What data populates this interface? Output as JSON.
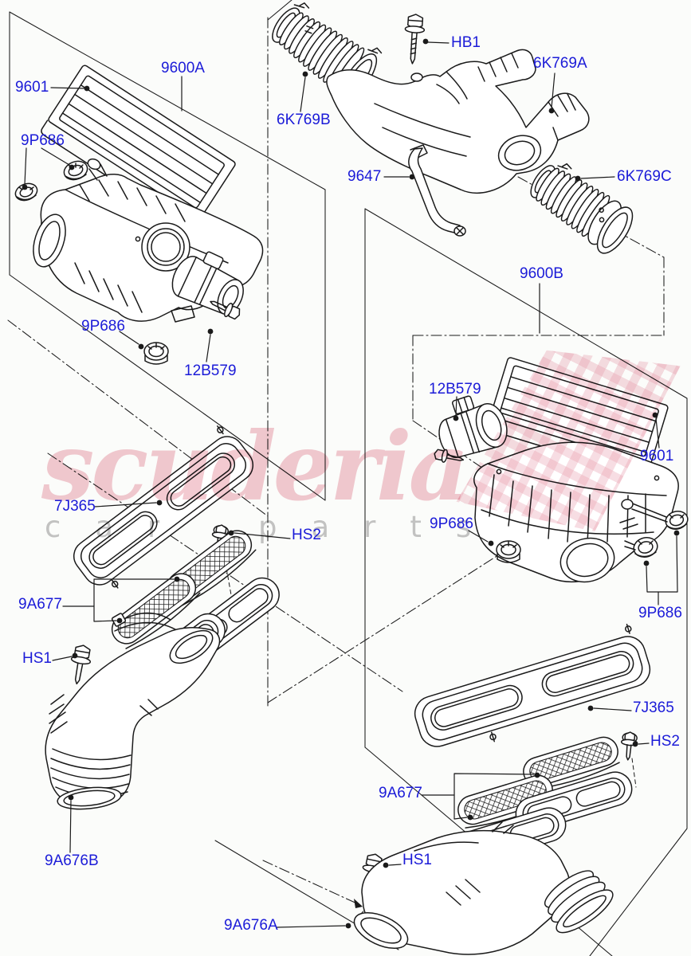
{
  "theme": {
    "bg": "#fbfcfa",
    "line-color": "#1a1a1a",
    "label-color": "#1b1bd8",
    "brand-color": "#f3cad1",
    "tagline-color": "#c5c5c5"
  },
  "watermark": {
    "brand": "scuderia",
    "tagline": "car parts"
  },
  "diagram": {
    "description_note": "exploded air-cleaner / intake parts diagram",
    "labels": [
      {
        "id": "9601-left",
        "text": "9601"
      },
      {
        "id": "9600A",
        "text": "9600A"
      },
      {
        "id": "9P686-topleft",
        "text": "9P686"
      },
      {
        "id": "9P686-left",
        "text": "9P686"
      },
      {
        "id": "12B579-left",
        "text": "12B579"
      },
      {
        "id": "HB1",
        "text": "HB1"
      },
      {
        "id": "6K769A",
        "text": "6K769A"
      },
      {
        "id": "6K769B",
        "text": "6K769B"
      },
      {
        "id": "9647",
        "text": "9647"
      },
      {
        "id": "6K769C",
        "text": "6K769C"
      },
      {
        "id": "9600B",
        "text": "9600B"
      },
      {
        "id": "12B579-right",
        "text": "12B579"
      },
      {
        "id": "9601-right",
        "text": "9601"
      },
      {
        "id": "9P686-mid",
        "text": "9P686"
      },
      {
        "id": "9P686-right",
        "text": "9P686"
      },
      {
        "id": "7J365-left",
        "text": "7J365"
      },
      {
        "id": "HS2-left",
        "text": "HS2"
      },
      {
        "id": "9A677-left",
        "text": "9A677"
      },
      {
        "id": "HS1-left",
        "text": "HS1"
      },
      {
        "id": "9A676B",
        "text": "9A676B"
      },
      {
        "id": "7J365-right",
        "text": "7J365"
      },
      {
        "id": "HS2-right",
        "text": "HS2"
      },
      {
        "id": "9A677-right",
        "text": "9A677"
      },
      {
        "id": "HS1-right",
        "text": "HS1"
      },
      {
        "id": "9A676A",
        "text": "9A676A"
      }
    ]
  }
}
